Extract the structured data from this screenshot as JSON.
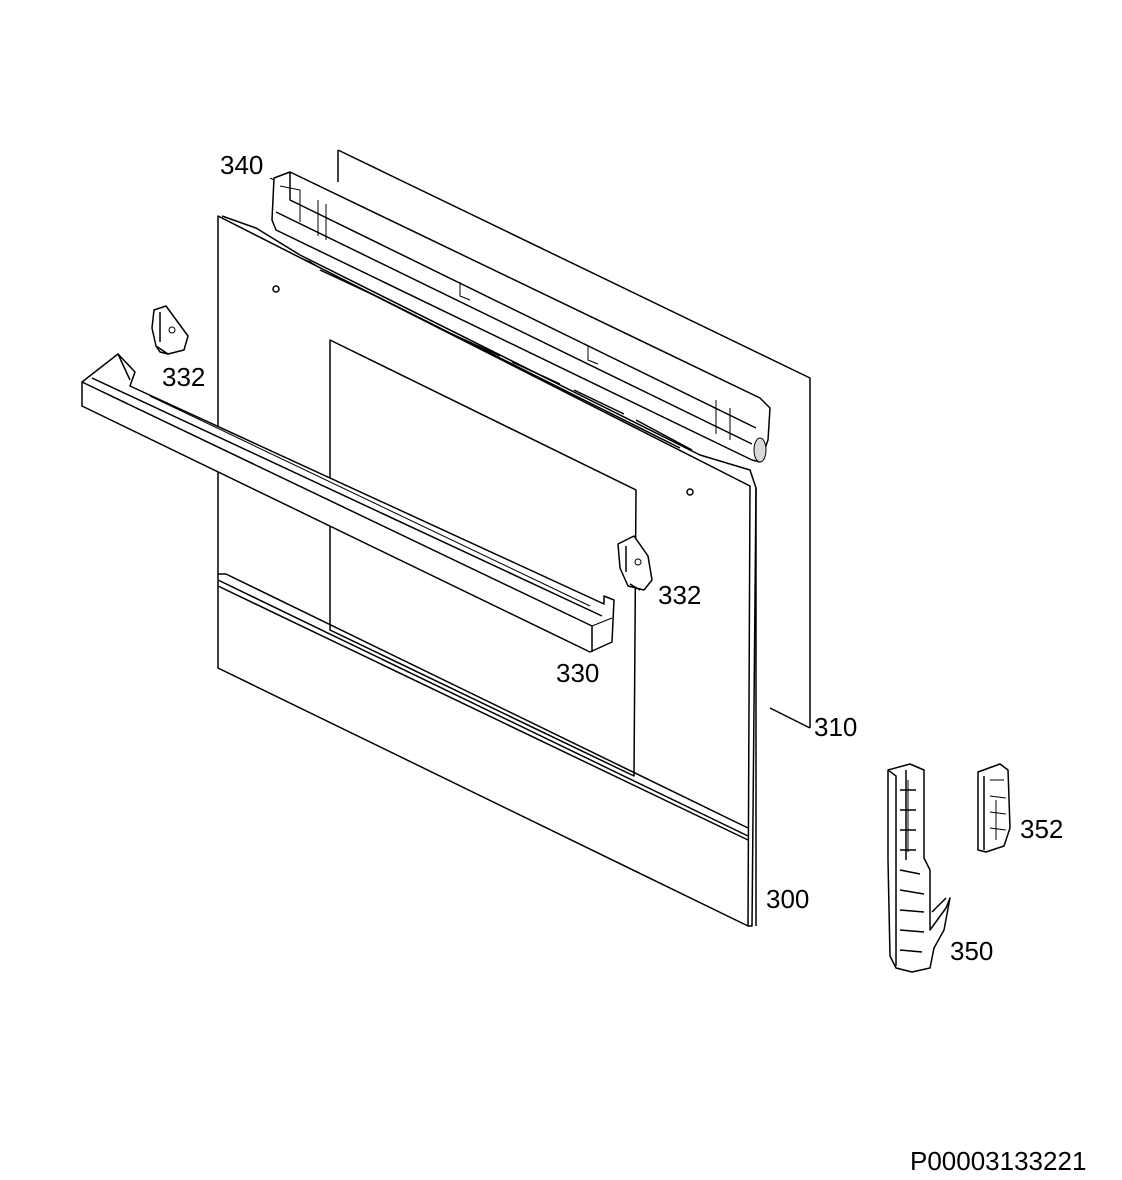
{
  "diagram": {
    "labels": {
      "p340": "340",
      "p332_left": "332",
      "p332_right": "332",
      "p330": "330",
      "p310": "310",
      "p300": "300",
      "p352": "352",
      "p350": "350"
    },
    "drawing_code": "P00003133221",
    "line_color": "#000000",
    "background": "#ffffff"
  }
}
